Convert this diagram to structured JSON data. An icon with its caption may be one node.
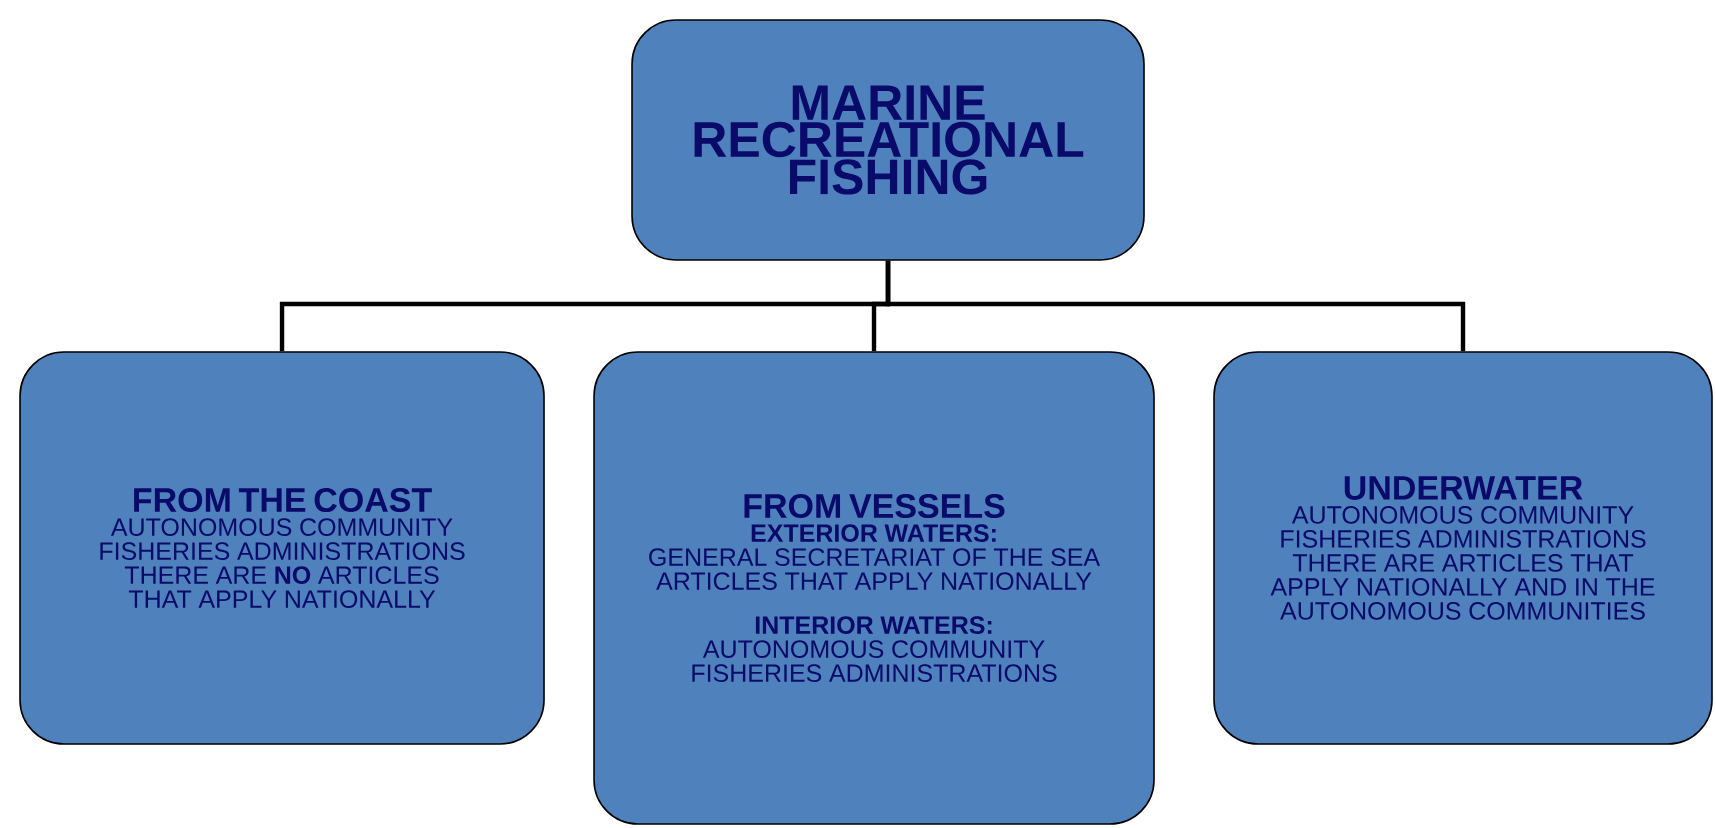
{
  "diagram": {
    "nodes": [
      {
        "text": [
          "MARINE RECREATIONAL FISHING"
        ]
      },
      {
        "text": [
          "FROM THE COAST",
          "AUTONOMOUS COMMUNITY FISHERIES ADMINISTRATIONS THERE ARE **NO** ARTICLES THAT APPLY NATIONALLY"
        ]
      },
      {
        "text": [
          "FROM VESSELS",
          "EXTERIOR WATERS:",
          "GENERAL SECRETARIAT OF THE SEA ARTICLES THAT APPLY NATIONALLY",
          "INTERIOR WATERS:",
          "AUTONOMOUS COMMUNITY FISHERIES ADMINISTRATIONS"
        ]
      },
      {
        "text": [
          "UNDERWATER",
          "AUTONOMOUS COMMUNITY FISHERIES ADMINISTRATIONS THERE ARE ARTICLES THAT APPLY NATIONALLY AND IN THE AUTONOMOUS COMMUNITIES"
        ]
      }
    ],
    "edges": [
      {
        "from": 0,
        "to": 1,
        "arrow": "none"
      },
      {
        "from": 0,
        "to": 2,
        "arrow": "none"
      },
      {
        "from": 0,
        "to": 3,
        "arrow": "none"
      }
    ]
  }
}
